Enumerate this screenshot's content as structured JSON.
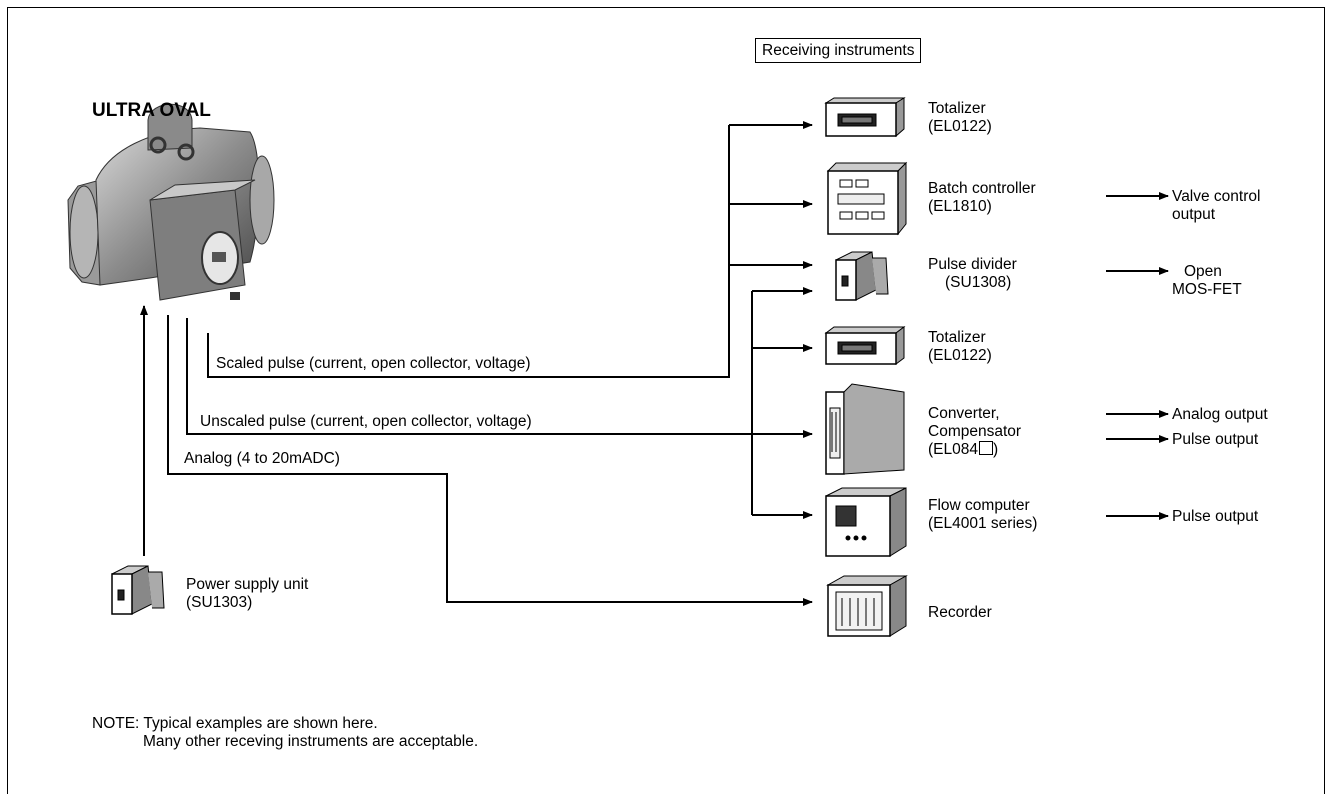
{
  "header": {
    "receiving_instruments": "Receiving instruments"
  },
  "meter": {
    "title": "ULTRA OVAL"
  },
  "signals": {
    "scaled": "Scaled pulse (current, open collector, voltage)",
    "unscaled": "Unscaled pulse (current, open collector, voltage)",
    "analog": "Analog (4 to 20mADC)"
  },
  "power_supply": {
    "name": "Power supply unit",
    "model": "(SU1303)"
  },
  "instruments": {
    "totalizer1": {
      "name": "Totalizer",
      "model": "(EL0122)"
    },
    "batch": {
      "name": "Batch controller",
      "model": "(EL1810)"
    },
    "pulse_divider": {
      "name": "Pulse divider",
      "model": "(SU1308)"
    },
    "totalizer2": {
      "name": "Totalizer",
      "model": "(EL0122)"
    },
    "converter": {
      "name1": "Converter,",
      "name2": "Compensator",
      "model": "(EL084"
    },
    "flow_computer": {
      "name": "Flow computer",
      "model": "(EL4001 series)"
    },
    "recorder": {
      "name": "Recorder"
    }
  },
  "outputs": {
    "valve1": "Valve control",
    "valve2": "output",
    "open1": "Open",
    "open2": "MOS-FET",
    "analog": "Analog output",
    "pulse1": "Pulse output",
    "pulse2": "Pulse output"
  },
  "note": {
    "line1": "NOTE: Typical examples are shown here.",
    "line2": "Many other receving instruments are acceptable."
  }
}
